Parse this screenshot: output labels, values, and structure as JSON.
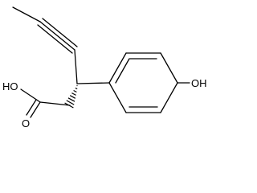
{
  "molecule": {
    "atom_labels": {
      "carboxyl_oh": "HO",
      "carbonyl_o": "O",
      "phenol_oh": "OH"
    }
  },
  "colors": {
    "bond": "#000000",
    "background": "#ffffff"
  }
}
